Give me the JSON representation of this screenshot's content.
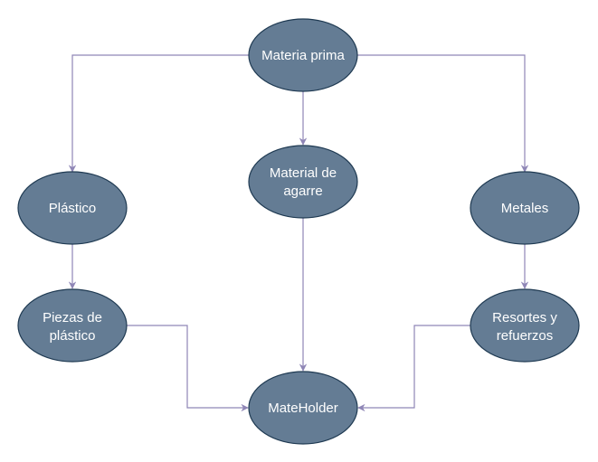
{
  "diagram": {
    "nodes": {
      "materia_prima": {
        "label": "Materia prima"
      },
      "material_agarre": {
        "label_line1": "Material de",
        "label_line2": "agarre"
      },
      "plastico": {
        "label": "Plástico"
      },
      "metales": {
        "label": "Metales"
      },
      "piezas": {
        "label_line1": "Piezas de",
        "label_line2": "plástico"
      },
      "resortes": {
        "label_line1": "Resortes y",
        "label_line2": "refuerzos"
      },
      "mateholder": {
        "label": "MateHolder"
      }
    },
    "edges": [
      {
        "from": "Materia prima",
        "to": "Plástico"
      },
      {
        "from": "Materia prima",
        "to": "Material de agarre"
      },
      {
        "from": "Materia prima",
        "to": "Metales"
      },
      {
        "from": "Plástico",
        "to": "Piezas de plástico"
      },
      {
        "from": "Metales",
        "to": "Resortes y refuerzos"
      },
      {
        "from": "Piezas de plástico",
        "to": "MateHolder"
      },
      {
        "from": "Material de agarre",
        "to": "MateHolder"
      },
      {
        "from": "Resortes y refuerzos",
        "to": "MateHolder"
      }
    ],
    "colors": {
      "node_fill": "#647c94",
      "node_stroke": "#1f3a52",
      "edge": "#8f86b6",
      "label": "#ffffff"
    }
  }
}
